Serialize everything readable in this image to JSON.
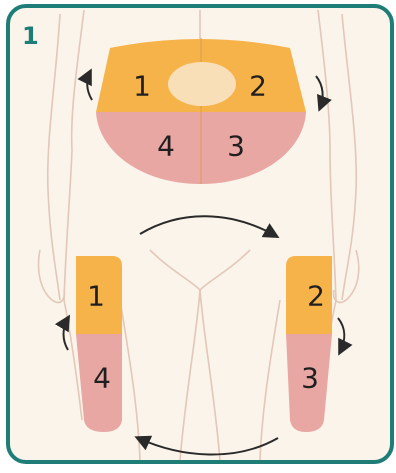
{
  "figure": {
    "panel_number": "1",
    "zones": {
      "abdomen": [
        "1",
        "2",
        "3",
        "4"
      ],
      "left_thigh": [
        "1",
        "4"
      ],
      "right_thigh": [
        "2",
        "3"
      ]
    },
    "colors": {
      "frame": "#1e7d77",
      "background": "#fbf4ea",
      "zone_orange": "#f6b349",
      "zone_pink": "#e9a7a4",
      "navel": "#f8dfb8",
      "skin_outline": "#e3c7b8",
      "arrow": "#2a2a2a"
    }
  }
}
